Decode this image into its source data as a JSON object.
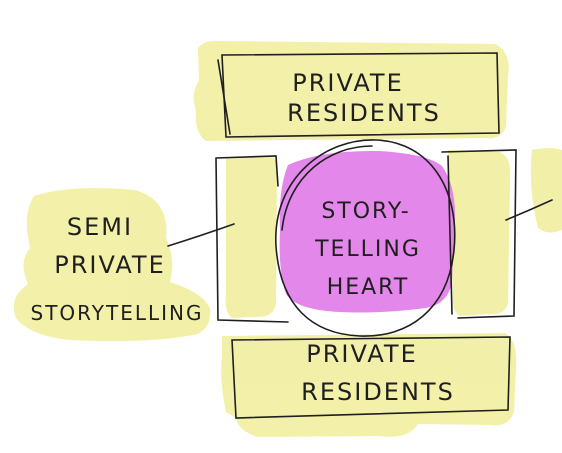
{
  "diagram": {
    "top_block": {
      "line1": "PRIVATE",
      "line2": "RESIDENTS"
    },
    "bottom_block": {
      "line1": "PRIVATE",
      "line2": "RESIDENTS"
    },
    "center": {
      "line1": "STORY-",
      "line2": "TELLING",
      "line3": "HEART"
    },
    "left_note": {
      "line1": "SEMI",
      "line2": "PRIVATE",
      "line3": "STORYTELLING"
    }
  },
  "colors": {
    "highlight_yellow": "#f2f0a4",
    "highlight_magenta": "#e07ae8",
    "ink": "#1f1f1f",
    "paper": "#ffffff"
  }
}
